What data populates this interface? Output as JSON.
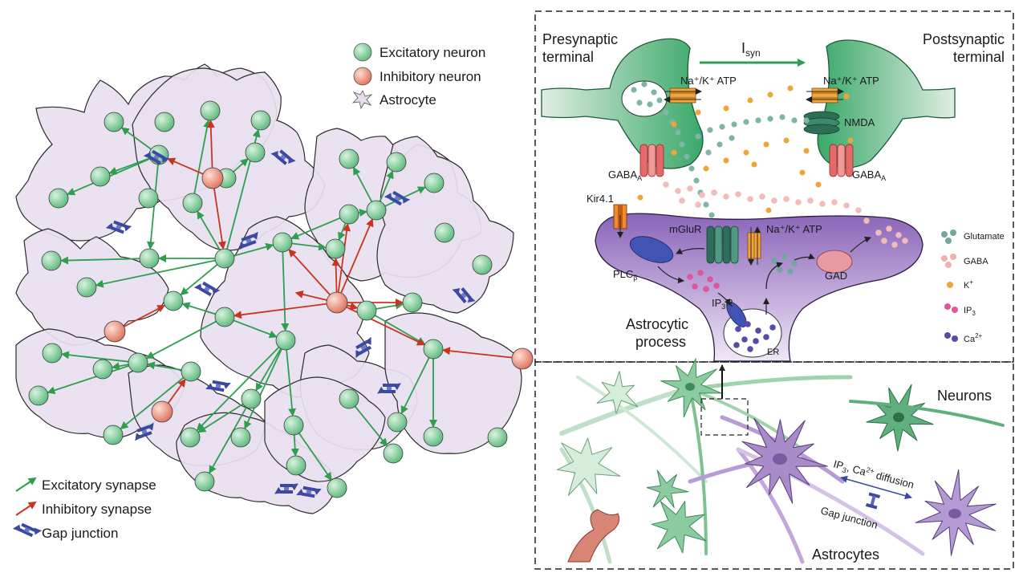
{
  "network": {
    "legend_top": {
      "excitatory_neuron": "Excitatory neuron",
      "inhibitory_neuron": "Inhibitory neuron",
      "astrocyte": "Astrocyte"
    },
    "legend_bottom": {
      "excitatory_synapse": "Excitatory synapse",
      "inhibitory_synapse": "Inhibitory synapse",
      "gap_junction": "Gap junction"
    },
    "colors": {
      "excitatory": "#2e9e4f",
      "inhibitory": "#c9341f",
      "astrocyte_fill": "#e6dcec",
      "gap_junction": "#3b4aa0",
      "neuron_green": "#8fd3a4",
      "neuron_red": "#ef9a86"
    }
  },
  "synapse_panel": {
    "presynaptic_line1": "Presynaptic",
    "presynaptic_line2": "terminal",
    "postsynaptic_line1": "Postsynaptic",
    "postsynaptic_line2": "terminal",
    "current_main": "I",
    "current_sub": "syn",
    "pump_left": "Na⁺/K⁺ ATP",
    "pump_right": "Na⁺/K⁺ ATP",
    "pump_astro": "Na⁺/K⁺ ATP",
    "nmda": "NMDA",
    "gaba_left_main": "GABA",
    "gaba_left_sub": "A",
    "gaba_right_main": "GABA",
    "gaba_right_sub": "A",
    "kir": "Kir4.1",
    "mglur": "mGluR",
    "plc_main": "PLC",
    "plc_sub": "β",
    "ip3r_a": "IP",
    "ip3r_sub": "3",
    "ip3r_b": "R",
    "gad": "GAD",
    "er": "ER",
    "astro_process_line1": "Astrocytic",
    "astro_process_line2": "process",
    "legend": {
      "glutamate": "Glutamate",
      "gaba": "GABA",
      "k_main": "K",
      "k_sup": "+",
      "ip3_main": "IP",
      "ip3_sub": "3",
      "ca_main": "Ca",
      "ca_sup": "2+"
    },
    "colors": {
      "terminal_green": "#3aa869",
      "astro_purple": "#a98bc9",
      "glutamate": "#6fa89b",
      "gaba": "#efb0b0",
      "k": "#eea53a",
      "ip3": "#e0569c",
      "ca": "#5a4aa8"
    }
  },
  "cells_panel": {
    "neurons": "Neurons",
    "astrocytes": "Astrocytes",
    "diffusion_a": "IP",
    "diffusion_sub": "3",
    "diffusion_b": ", Ca",
    "diffusion_sup": "2+",
    "diffusion_c": " diffusion",
    "gap_junction": "Gap junction"
  }
}
